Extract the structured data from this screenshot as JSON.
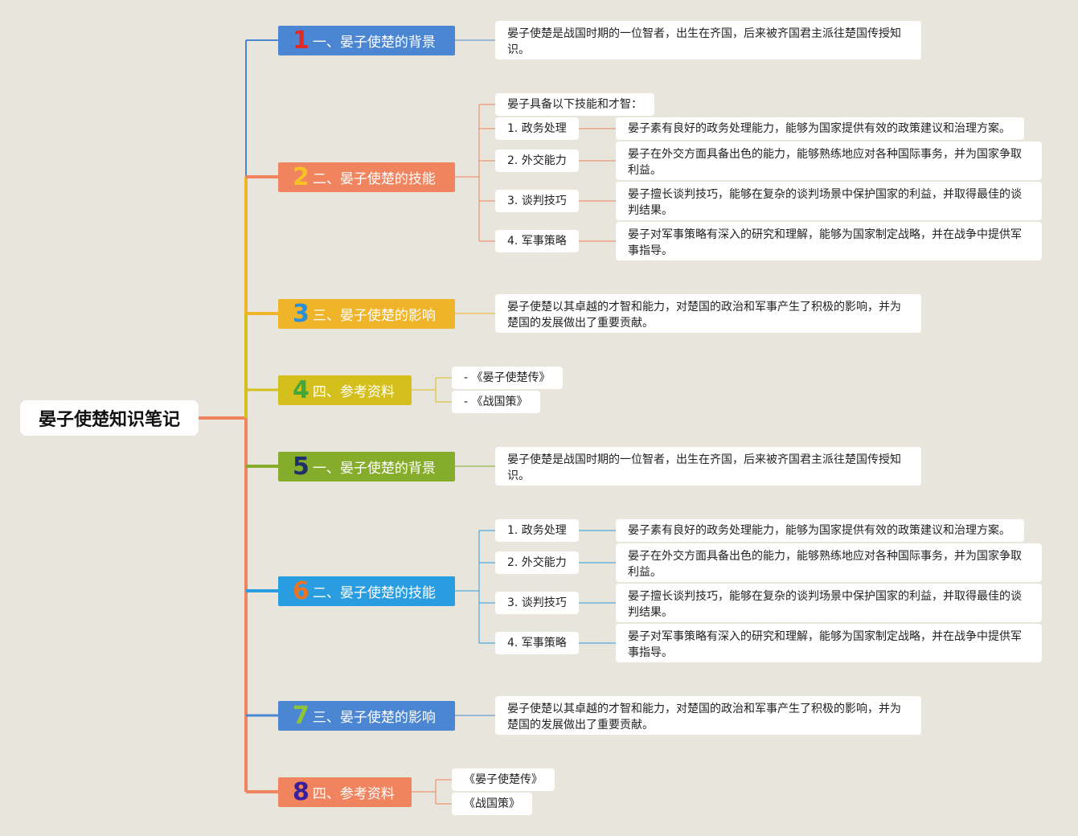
{
  "root": "晏子使楚知识笔记",
  "branches": [
    {
      "num": "1",
      "title": "一、晏子使楚的背景",
      "color": "#4a86d1",
      "num_color": "#e02a2a",
      "text": "晏子使楚是战国时期的一位智者，出生在齐国，后来被齐国君主派往楚国传授知识。"
    },
    {
      "num": "2",
      "title": "二、晏子使楚的技能",
      "color": "#f0845e",
      "num_color": "#f7c026",
      "intro": "晏子具备以下技能和才智：",
      "skills": [
        {
          "label": "1. 政务处理",
          "desc": "晏子素有良好的政务处理能力，能够为国家提供有效的政策建议和治理方案。"
        },
        {
          "label": "2. 外交能力",
          "desc": "晏子在外交方面具备出色的能力，能够熟练地应对各种国际事务，并为国家争取利益。"
        },
        {
          "label": "3. 谈判技巧",
          "desc": "晏子擅长谈判技巧，能够在复杂的谈判场景中保护国家的利益，并取得最佳的谈判结果。"
        },
        {
          "label": "4. 军事策略",
          "desc": "晏子对军事策略有深入的研究和理解，能够为国家制定战略，并在战争中提供军事指导。"
        }
      ]
    },
    {
      "num": "3",
      "title": "三、晏子使楚的影响",
      "color": "#f0b42a",
      "num_color": "#2a8fd6",
      "text": "晏子使楚以其卓越的才智和能力，对楚国的政治和军事产生了积极的影响，并为楚国的发展做出了重要贡献。"
    },
    {
      "num": "4",
      "title": "四、参考资料",
      "color": "#d4bf1c",
      "num_color": "#43a83c",
      "refs": [
        "- 《晏子使楚传》",
        "- 《战国策》"
      ]
    },
    {
      "num": "5",
      "title": "一、晏子使楚的背景",
      "color": "#86ac2c",
      "num_color": "#1f2f6a",
      "text": "晏子使楚是战国时期的一位智者，出生在齐国，后来被齐国君主派往楚国传授知识。"
    },
    {
      "num": "6",
      "title": "二、晏子使楚的技能",
      "color": "#2a9de0",
      "num_color": "#e8742a",
      "skills": [
        {
          "label": "1. 政务处理",
          "desc": "晏子素有良好的政务处理能力，能够为国家提供有效的政策建议和治理方案。"
        },
        {
          "label": "2. 外交能力",
          "desc": "晏子在外交方面具备出色的能力，能够熟练地应对各种国际事务，并为国家争取利益。"
        },
        {
          "label": "3. 谈判技巧",
          "desc": "晏子擅长谈判技巧，能够在复杂的谈判场景中保护国家的利益，并取得最佳的谈判结果。"
        },
        {
          "label": "4. 军事策略",
          "desc": "晏子对军事策略有深入的研究和理解，能够为国家制定战略，并在战争中提供军事指导。"
        }
      ]
    },
    {
      "num": "7",
      "title": "三、晏子使楚的影响",
      "color": "#4a86d1",
      "num_color": "#8cc43a",
      "text": "晏子使楚以其卓越的才智和能力，对楚国的政治和军事产生了积极的影响，并为楚国的发展做出了重要贡献。"
    },
    {
      "num": "8",
      "title": "四、参考资料",
      "color": "#f0845e",
      "num_color": "#3a1f9a",
      "refs": [
        "《晏子使楚传》",
        "《战国策》"
      ]
    }
  ]
}
